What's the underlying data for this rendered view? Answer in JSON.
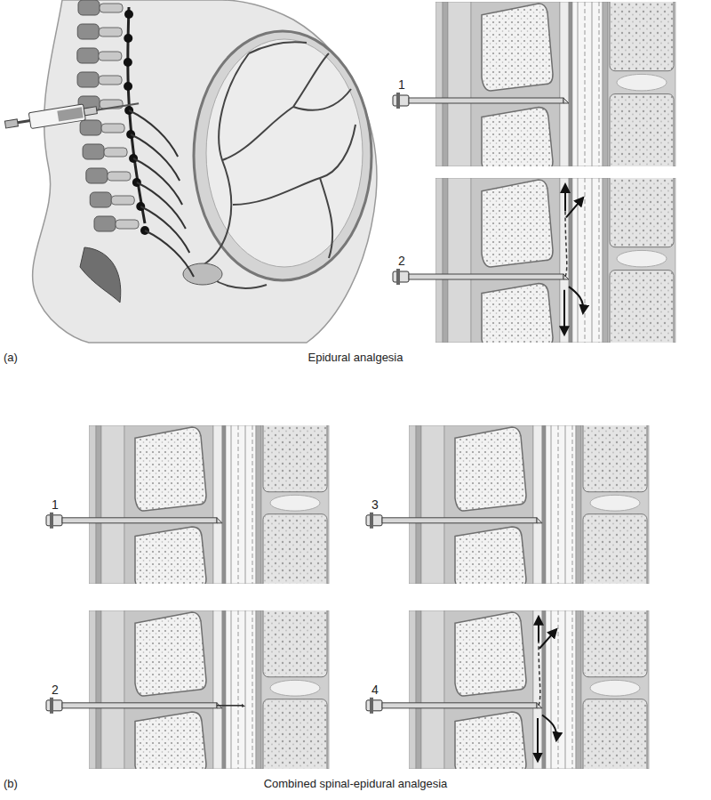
{
  "diagram": {
    "labels": [
      "1",
      "2",
      "(a)",
      "Epidural analgesia",
      "1",
      "2",
      "3",
      "4",
      "(b)",
      "Combined spinal-epidural analgesia"
    ]
  }
}
